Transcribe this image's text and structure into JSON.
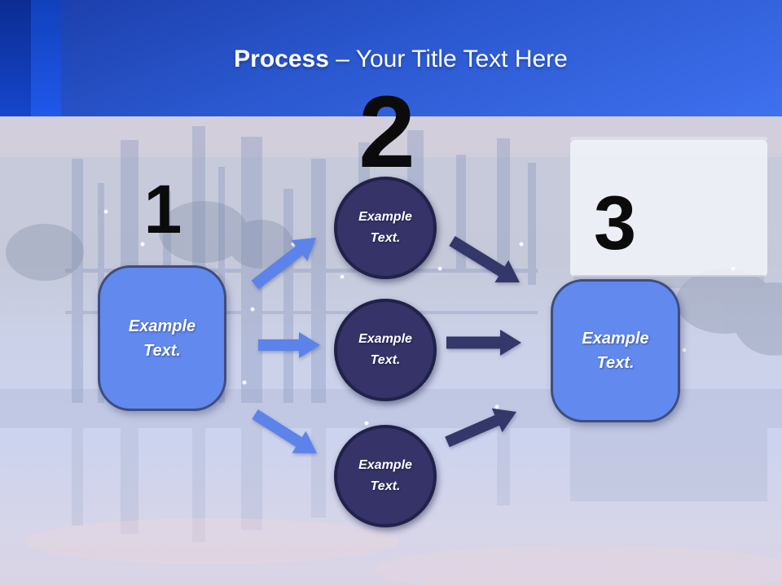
{
  "slide": {
    "header": {
      "title_bold": "Process",
      "title_rest": " – Your Title Text Here"
    },
    "steps": [
      {
        "number": "1",
        "label": "Example Text."
      },
      {
        "number": "2",
        "items": [
          {
            "label": "Example Text."
          },
          {
            "label": "Example Text."
          },
          {
            "label": "Example Text."
          }
        ]
      },
      {
        "number": "3",
        "label": "Example Text."
      }
    ],
    "colors": {
      "accent_stripe_dark": "#0d2f98",
      "accent_stripe_light": "#1f55e6",
      "header_blue": "#2c5ad2",
      "box_fill": "#6189ee",
      "box_border": "#3f4d7e",
      "circle_fill": "#353367",
      "circle_border": "#20224a",
      "arrow_light": "#5c83ea",
      "arrow_dark": "#343769",
      "number_color": "#0b0b0b",
      "title_color": "#ffffff"
    }
  }
}
